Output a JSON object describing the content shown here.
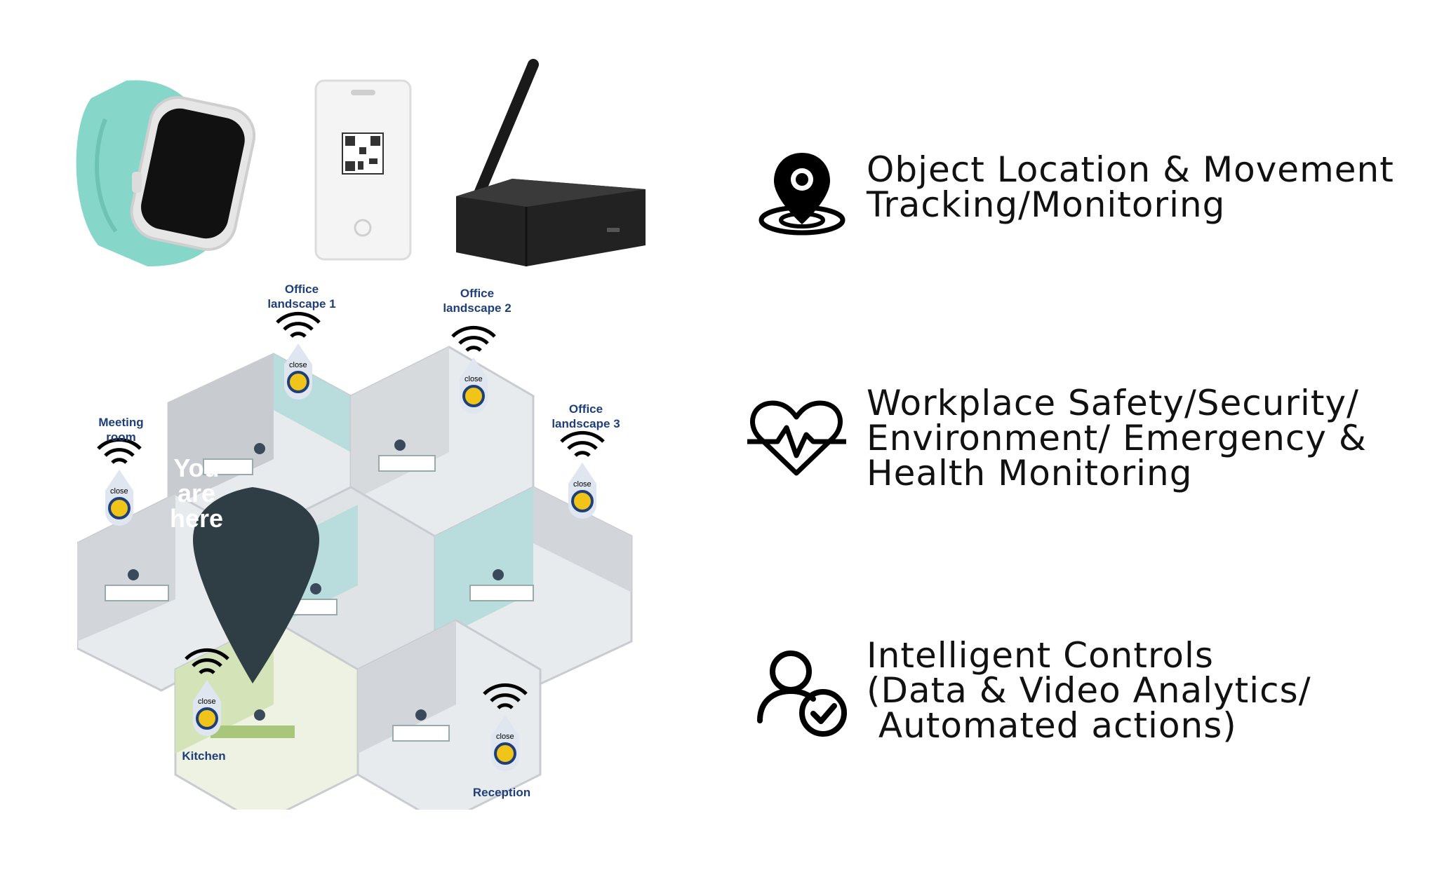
{
  "features": [
    {
      "icon": "location-pin-icon",
      "text": "Object Location & Movement\nTracking/Monitoring"
    },
    {
      "icon": "heartbeat-icon",
      "text": "Workplace Safety/Security/\nEnvironment/ Emergency &\nHealth Monitoring"
    },
    {
      "icon": "user-check-icon",
      "text": "Intelligent Controls\n(Data & Video Analytics/\n Automated actions)"
    }
  ],
  "devices": [
    "smartwatch",
    "badge-tag",
    "gateway-router"
  ],
  "floorplan": {
    "zones": [
      {
        "label": "Office\nlandscape 1"
      },
      {
        "label": "Office\nlandscape 2"
      },
      {
        "label": "Office\nlandscape 3"
      },
      {
        "label": "Meeting\nroom"
      },
      {
        "label": "Kitchen"
      },
      {
        "label": "Reception"
      }
    ],
    "you_are_here": "You\nare\nhere",
    "beacon_label": "close"
  },
  "colors": {
    "wall": "#c8ccd1",
    "floor": "#e8ebee",
    "glass": "#b9dcdc",
    "pin": "#2f3e45",
    "beacon": "#f0c419",
    "zone_label": "#1f3f7a",
    "watch_band": "#86d7c9"
  }
}
